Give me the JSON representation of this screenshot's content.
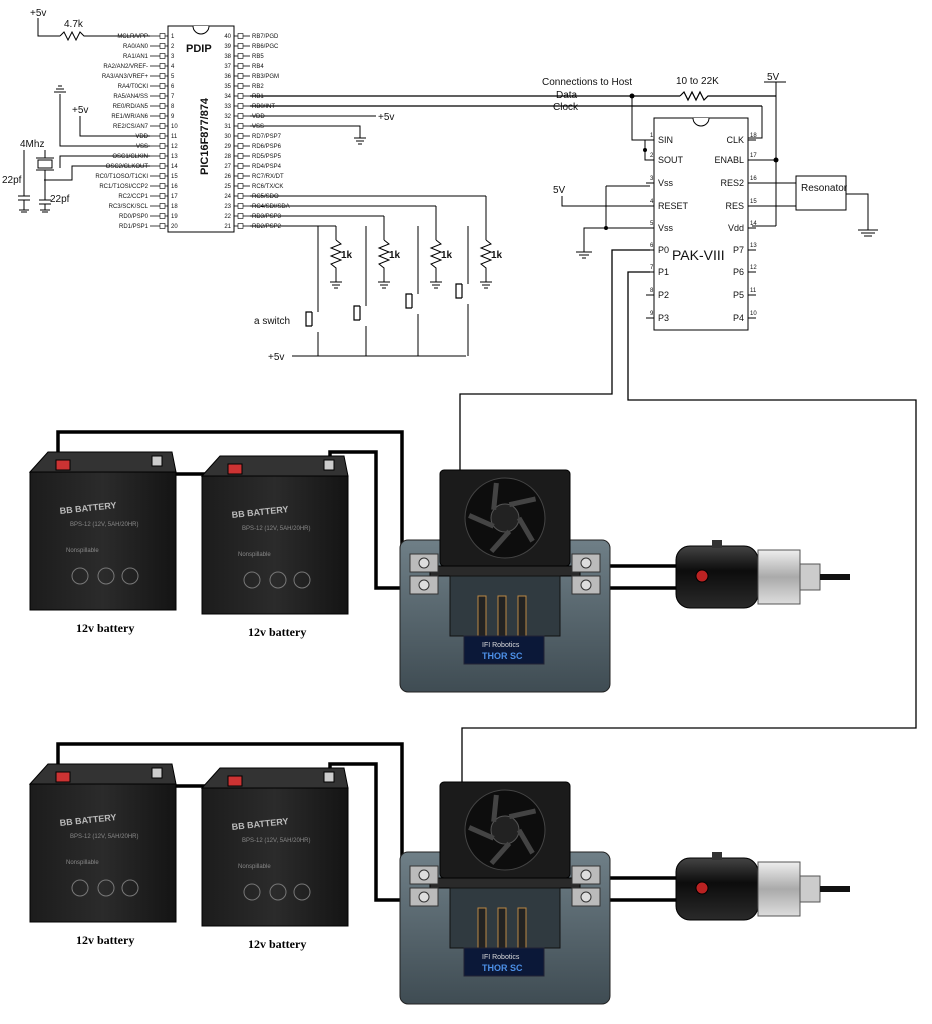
{
  "pic": {
    "supply_top": "+5v",
    "resistor_top": "4.7k",
    "crystal": "4Mhz",
    "cap1": "22pf",
    "cap2": "22pf",
    "chip_package": "PDIP",
    "chip_name": "PIC16F877/874",
    "left_pins": [
      "MCLR/VPP",
      "RA0/AN0",
      "RA1/AN1",
      "RA2/AN2/VREF-",
      "RA3/AN3/VREF+",
      "RA4/T0CKI",
      "RA5/AN4/SS",
      "RE0/RD/AN5",
      "RE1/WR/AN6",
      "RE2/CS/AN7",
      "VDD",
      "VSS",
      "OSC1/CLKIN",
      "OSC2/CLKOUT",
      "RC0/T1OSO/T1CKI",
      "RC1/T1OSI/CCP2",
      "RC2/CCP1",
      "RC3/SCK/SCL",
      "RD0/PSP0",
      "RD1/PSP1"
    ],
    "right_pins": [
      "RB7/PGD",
      "RB6/PGC",
      "RB5",
      "RB4",
      "RB3/PGM",
      "RB2",
      "RB1",
      "RB0/INT",
      "VDD",
      "VSS",
      "RD7/PSP7",
      "RD6/PSP6",
      "RD5/PSP5",
      "RD4/PSP4",
      "RC7/RX/DT",
      "RC6/TX/CK",
      "RC5/SDO",
      "RC4/SDI/SDA",
      "RD3/PSP3",
      "RD2/PSP2"
    ],
    "left_nums": [
      "1",
      "2",
      "3",
      "4",
      "5",
      "6",
      "7",
      "8",
      "9",
      "10",
      "11",
      "12",
      "13",
      "14",
      "15",
      "16",
      "17",
      "18",
      "19",
      "20"
    ],
    "right_nums": [
      "40",
      "39",
      "38",
      "37",
      "36",
      "35",
      "34",
      "33",
      "32",
      "31",
      "30",
      "29",
      "28",
      "27",
      "26",
      "25",
      "24",
      "23",
      "22",
      "21"
    ],
    "vdd_label": "+5v",
    "vdd_label_right": "+5v"
  },
  "switches": {
    "resistor_labels": [
      "1k",
      "1k",
      "1k",
      "1k"
    ],
    "switch_label": "a switch",
    "supply": "+5v"
  },
  "pak": {
    "name": "PAK-VIII",
    "host_label": "Connections to Host",
    "data_label": "Data",
    "clock_label": "Clock",
    "pullup_label": "10 to 22K",
    "supply_top": "5V",
    "supply_left": "5V",
    "resonator": "Resonator",
    "left_pins": [
      "SIN",
      "SOUT",
      "Vss",
      "RESET",
      "Vss",
      "P0",
      "P1",
      "P2",
      "P3"
    ],
    "left_nums": [
      "1",
      "2",
      "3",
      "4",
      "5",
      "6",
      "7",
      "8",
      "9"
    ],
    "right_pins": [
      "CLK",
      "ENABL",
      "RES2",
      "RES",
      "Vdd",
      "P7",
      "P6",
      "P5",
      "P4"
    ],
    "right_nums": [
      "18",
      "17",
      "16",
      "15",
      "14",
      "13",
      "12",
      "11",
      "10"
    ]
  },
  "batteries": {
    "label": "12v battery",
    "brand": "BB BATTERY",
    "model": "BPS-12 (12V, 5AH/20HR)",
    "desc": "Nonspillable"
  },
  "controller": {
    "brand": "IFI Robotics",
    "model": "THOR SC"
  }
}
